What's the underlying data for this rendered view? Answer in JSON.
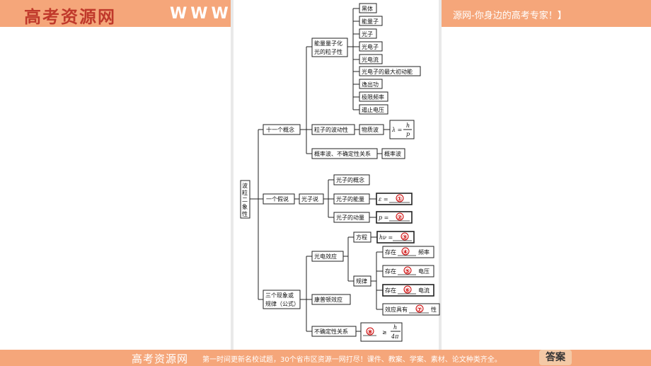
{
  "header": {
    "logo": "高考资源网",
    "www": "WWW",
    "slogan": "源网-你身边的高考专家！】"
  },
  "footer": {
    "logo": "高考资源网",
    "notice": "第一时间更新名校试题，30个省市区资源一网打尽！课件、教案、学案、素材、论文种类齐全。",
    "answer_button": "答案"
  },
  "concept_map": {
    "root": [
      "波",
      "粒",
      "二",
      "象",
      "性"
    ],
    "ten_concepts": {
      "label": "十一个概念",
      "quantization": {
        "label_line1": "能量量子化",
        "label_line2": "光的粒子性",
        "items": [
          "黑体",
          "能量子",
          "光子",
          "光电子",
          "光电流",
          "光电子的最大初动能",
          "逸出功",
          "极限频率",
          "遏止电压"
        ]
      },
      "wave_particle": {
        "label": "粒子的波动性",
        "matter_wave": "物质波",
        "formula_lhs": "λ =",
        "formula_num": "h",
        "formula_den": "p"
      },
      "probability": {
        "label": "概率波、不确定性关系",
        "item": "概率波"
      }
    },
    "hypothesis": {
      "label": "一个假说",
      "photon_theory": "光子说",
      "items": {
        "concept": "光子的概念",
        "energy": "光子的能量",
        "momentum": "光子的动量"
      },
      "energy_formula": "ε =",
      "momentum_formula": "p ="
    },
    "phenomena": {
      "label_line1": "三个现象或",
      "label_line2": "规律（公式）",
      "photoelectric": "光电效应",
      "equation_label": "方程",
      "equation_formula": "hν =",
      "laws_label": "规律",
      "laws": [
        {
          "prefix": "存在",
          "suffix": "频率"
        },
        {
          "prefix": "存在",
          "suffix": "电压"
        },
        {
          "prefix": "存在",
          "suffix": "电流"
        },
        {
          "prefix": "效应具有",
          "suffix": "性"
        }
      ],
      "compton": "康普顿效应",
      "uncertainty": "不确定性关系",
      "uncertainty_rel": "≥",
      "uncertainty_num": "h",
      "uncertainty_den": "4π"
    },
    "blanks": [
      "①",
      "②",
      "③",
      "④",
      "⑤",
      "⑥",
      "⑦",
      "⑧"
    ]
  },
  "colors": {
    "banner": "#f5a67a",
    "blank_number": "#cc0000"
  }
}
